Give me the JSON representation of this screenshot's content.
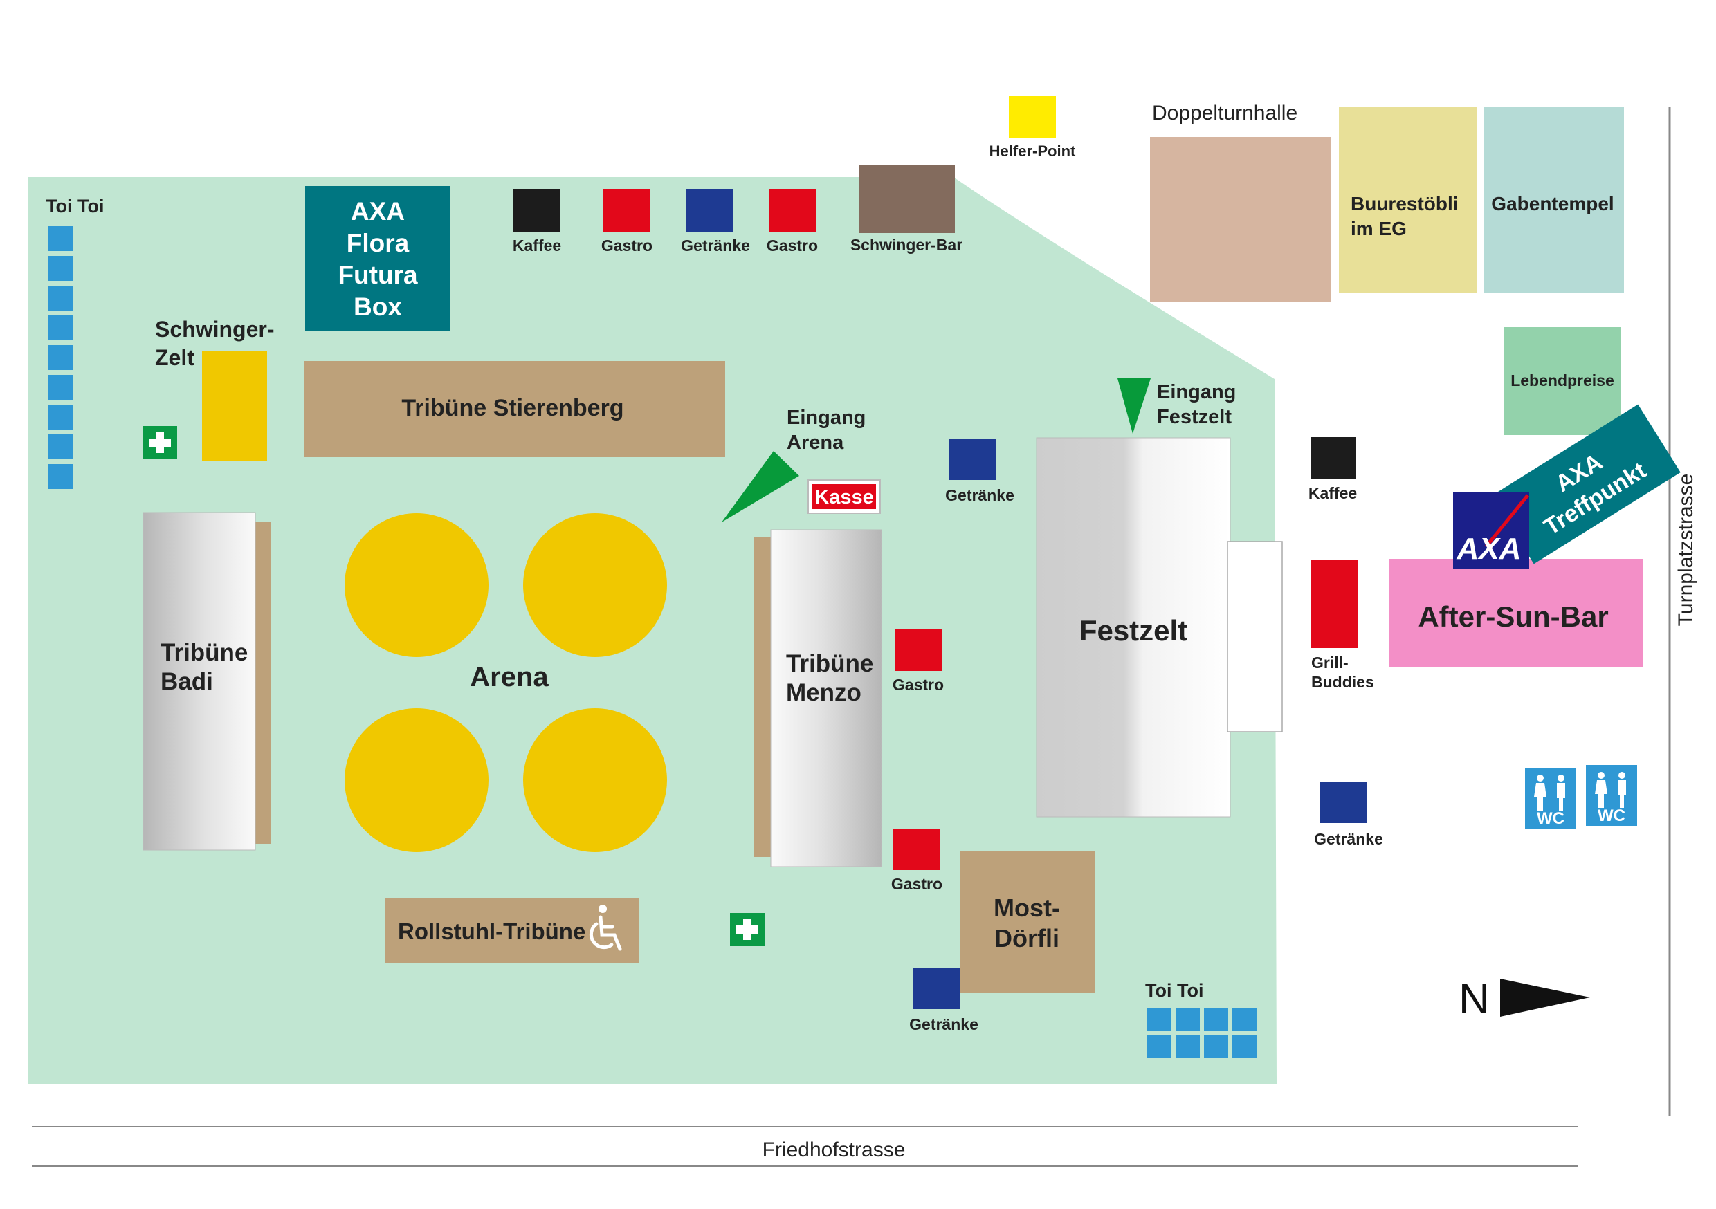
{
  "streets": {
    "bottom": "Friedhofstrasse",
    "right": "Turnplatzstrasse"
  },
  "north_label": "N",
  "buildings": {
    "doppelturnhalle": "Doppelturnhalle",
    "buurestoebli_line1": "Buurestöbli",
    "buurestoebli_line2": "im EG",
    "gabentempel": "Gabentempel",
    "lebendpreise": "Lebendpreise",
    "helfer_point": "Helfer-Point"
  },
  "axa_flora": [
    "AXA",
    "Flora",
    "Futura",
    "Box"
  ],
  "axa_treffpunkt": {
    "logo": "AXA",
    "line1": "AXA",
    "line2": "Treffpunkt"
  },
  "venues": {
    "tribuene_stierenberg": "Tribüne Stierenberg",
    "tribuene_badi": [
      "Tribüne",
      "Badi"
    ],
    "tribuene_menzo": [
      "Tribüne",
      "Menzo"
    ],
    "arena": "Arena",
    "festzelt": "Festzelt",
    "rollstuhl_tribuene": "Rollstuhl-Tribüne",
    "most_doerfli": [
      "Most-",
      "Dörfli"
    ],
    "after_sun_bar": "After-Sun-Bar",
    "schwinger_zelt": [
      "Schwinger-",
      "Zelt"
    ],
    "schwinger_bar": "Schwinger-Bar",
    "kasse": "Kasse"
  },
  "entrances": {
    "arena": [
      "Eingang",
      "Arena"
    ],
    "festzelt": [
      "Eingang",
      "Festzelt"
    ]
  },
  "stands": {
    "kaffee": "Kaffee",
    "gastro": "Gastro",
    "getraenke": "Getränke",
    "grill_buddies": [
      "Grill-",
      "Buddies"
    ]
  },
  "toilets": {
    "toitoi": "Toi Toi",
    "wc": "WC"
  },
  "colors": {
    "grounds": "#c1e6d2",
    "grandstand_brown": "#bda17a",
    "arena_circle": "#f0c800",
    "kaffee": "#1c1c1c",
    "gastro": "#e2081a",
    "getraenke": "#1e3a92",
    "toitoi": "#2f98d4",
    "axa_teal": "#007681",
    "axa_blue": "#1b1f8a",
    "after_sun_pink": "#f38fc7",
    "first_aid": "#0a9a45",
    "entrance_arrow": "#079a3a",
    "schwinger_bar": "#836b5d",
    "doppelturnhalle": "#d6b5a0",
    "buurestoebli": "#e8e098",
    "gabentempel": "#b5dbd6",
    "lebendpreise": "#93d2ab",
    "helfer_point": "#ffec00"
  }
}
